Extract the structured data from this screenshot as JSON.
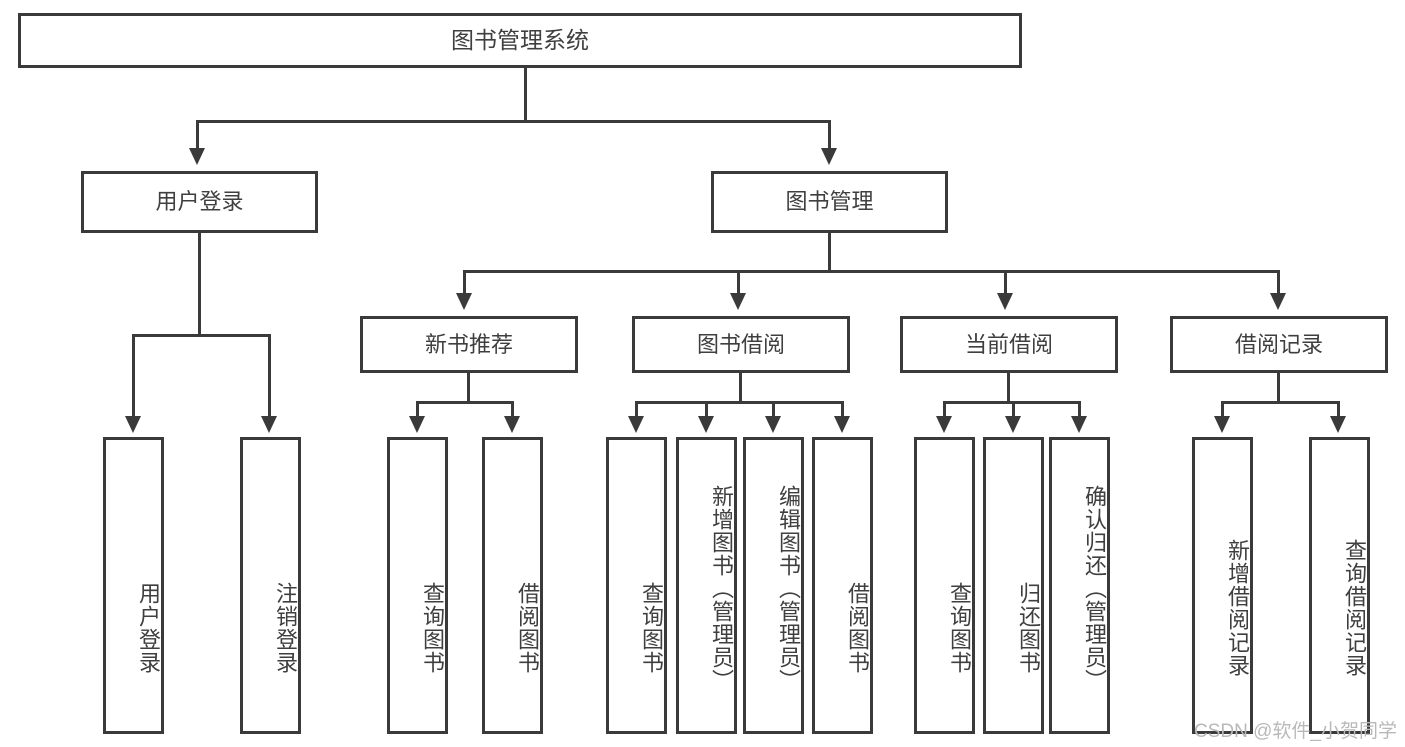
{
  "diagram": {
    "title": "图书管理系统",
    "watermark": "CSDN @软件_小贺同学",
    "root": {
      "label": "图书管理系统"
    },
    "level2": [
      {
        "key": "user_login",
        "label": "用户登录"
      },
      {
        "key": "book_manage",
        "label": "图书管理"
      }
    ],
    "level3": [
      {
        "key": "new_book_rec",
        "label": "新书推荐"
      },
      {
        "key": "book_borrow",
        "label": "图书借阅"
      },
      {
        "key": "current_borrow",
        "label": "当前借阅"
      },
      {
        "key": "borrow_record",
        "label": "借阅记录"
      }
    ],
    "leaves": [
      {
        "key": "user_login_leaf",
        "label": "用户登录",
        "parent": "用户登录"
      },
      {
        "key": "logout_leaf",
        "label": "注销登录",
        "parent": "用户登录"
      },
      {
        "key": "query_book_rec",
        "label": "查询图书",
        "parent": "新书推荐"
      },
      {
        "key": "borrow_book_rec",
        "label": "借阅图书",
        "parent": "新书推荐"
      },
      {
        "key": "query_book_borrow",
        "label": "查询图书",
        "parent": "图书借阅"
      },
      {
        "key": "add_book_admin",
        "label": "新增图书（管理员）",
        "parent": "图书借阅"
      },
      {
        "key": "edit_book_admin",
        "label": "编辑图书（管理员）",
        "parent": "图书借阅"
      },
      {
        "key": "borrow_book",
        "label": "借阅图书",
        "parent": "图书借阅"
      },
      {
        "key": "query_book_current",
        "label": "查询图书",
        "parent": "当前借阅"
      },
      {
        "key": "return_book",
        "label": "归还图书",
        "parent": "当前借阅"
      },
      {
        "key": "confirm_return_admin",
        "label": "确认归还（管理员）",
        "parent": "当前借阅"
      },
      {
        "key": "add_borrow_record",
        "label": "新增借阅记录",
        "parent": "借阅记录"
      },
      {
        "key": "query_borrow_record",
        "label": "查询借阅记录",
        "parent": "借阅记录"
      }
    ],
    "colors": {
      "stroke": "#3a3a3a",
      "text": "#3f3f3f",
      "background": "#ffffff",
      "watermark": "#b9b9b9"
    }
  }
}
